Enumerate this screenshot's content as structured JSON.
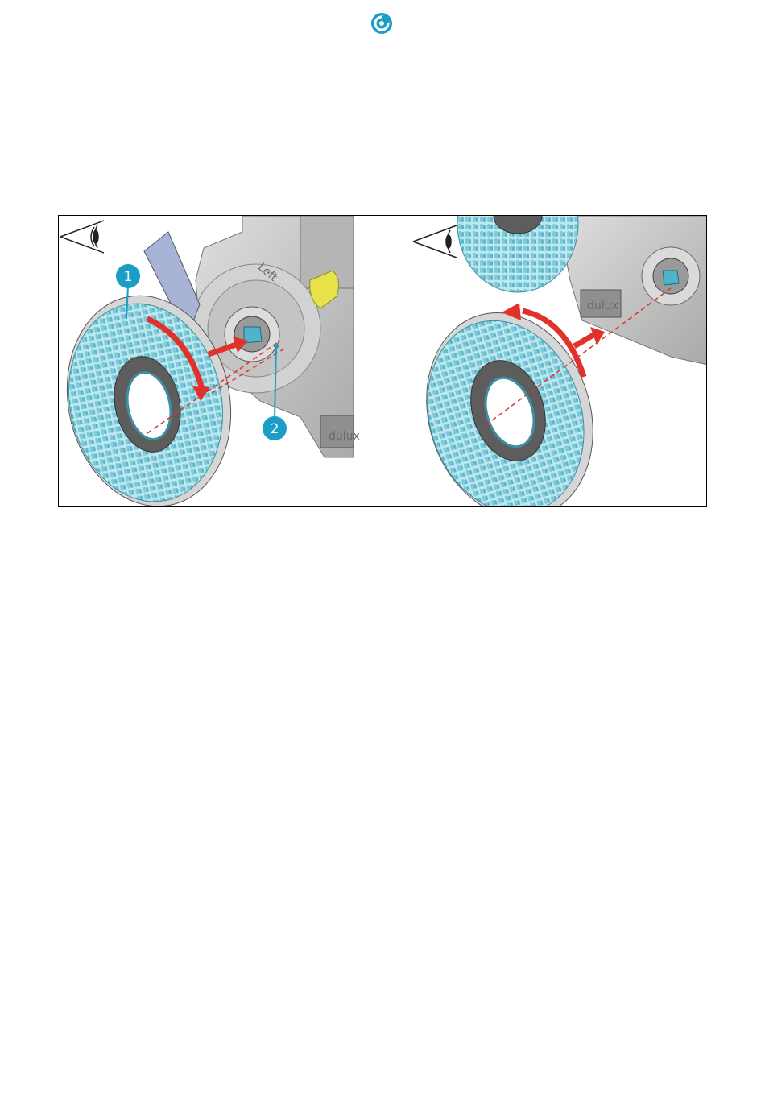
{
  "header": {
    "icon": "circular-arrow-icon",
    "accent_color": "#1a9ec5"
  },
  "figure": {
    "left_panel": {
      "callouts": [
        {
          "label": "1",
          "name": "brush"
        },
        {
          "label": "2",
          "name": "hub"
        }
      ],
      "machine_label": "Left",
      "nameplate_text": "dulux"
    },
    "right_panel": {
      "nameplate_text": "dulux"
    },
    "colors": {
      "bristle": "#8fd3e0",
      "callout": "#1a9ec5",
      "arrow": "#e0312b",
      "machine": "#c9c9c9"
    }
  }
}
